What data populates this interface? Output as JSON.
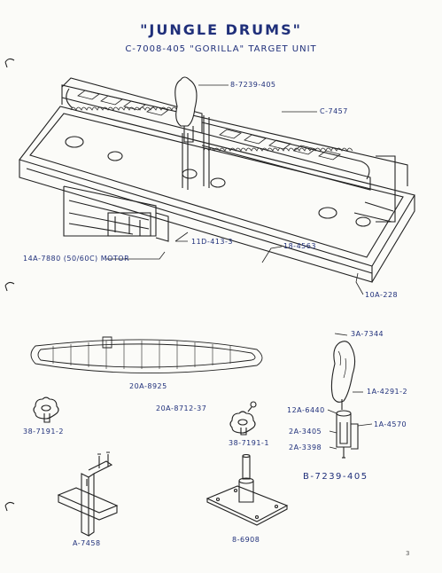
{
  "header": {
    "title": "\"JUNGLE DRUMS\"",
    "subtitle": "C-7008-405   \"GORILLA\" TARGET UNIT"
  },
  "labels": {
    "gorilla_top": "8-7239-405",
    "chain_right": "C-7457",
    "motor": "14A-7880 (50/60C) MOTOR",
    "frame": "11D-413-3",
    "rail": "18-4563",
    "bracket": "10A-228",
    "chain": "20A-8925",
    "sprocket_left": "38-7191-2",
    "pin": "20A-8712-37",
    "sprocket_right": "38-7191-1",
    "target_top": "3A-7344",
    "target_1": "1A-4291-2",
    "target_2": "12A-6440",
    "target_3": "1A-4570",
    "target_4": "2A-3405",
    "target_5": "2A-3398",
    "target_assembly": "B-7239-405",
    "bracket_part": "A-7458",
    "base_plate": "8-6908"
  },
  "page_number": "3",
  "colors": {
    "ink": "#1f2f7a",
    "paper": "#fbfbf8"
  }
}
